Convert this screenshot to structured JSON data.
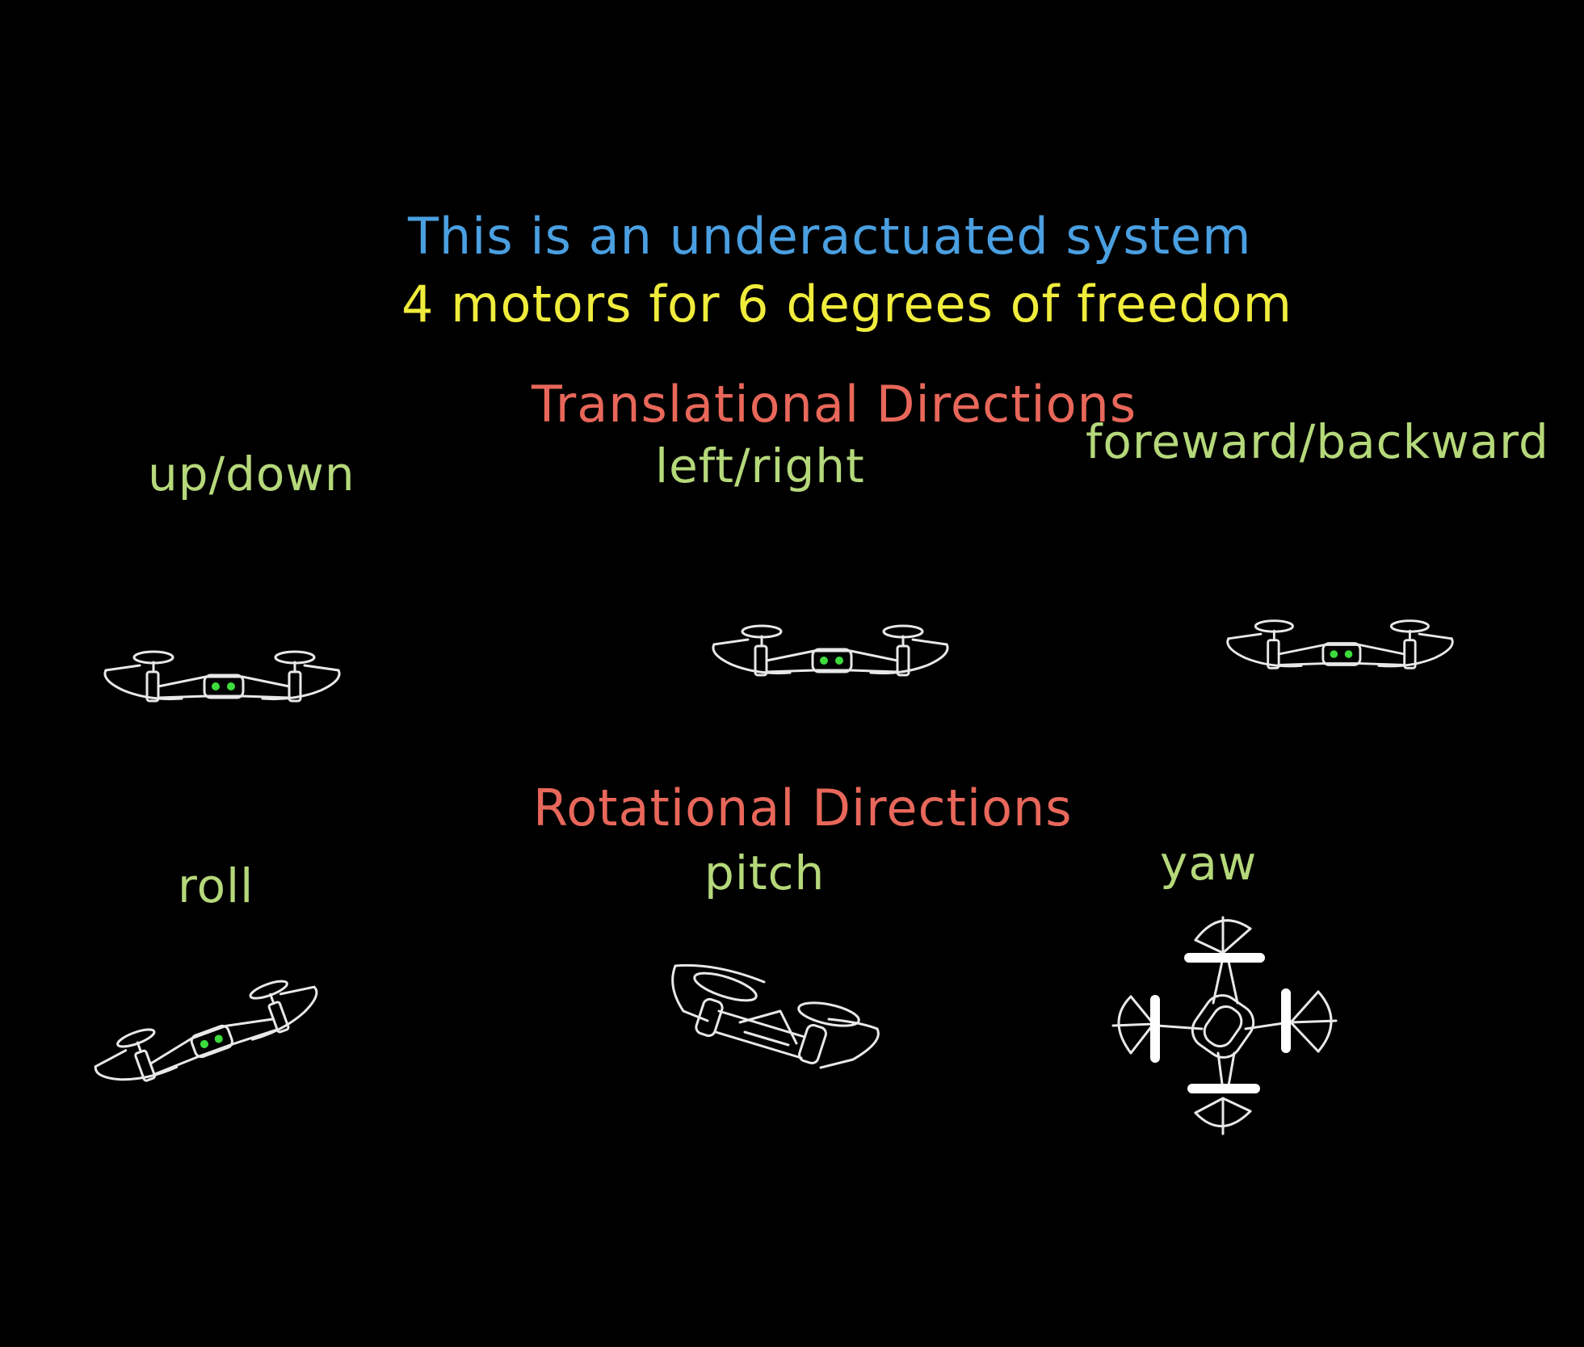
{
  "heading": {
    "line1": "This is an underactuated system",
    "line2": "4 motors for 6 degrees of freedom"
  },
  "translational": {
    "title": "Translational Directions",
    "labels": {
      "up_down": "up/down",
      "left_right": "left/right",
      "forward_backward": "foreward/backward"
    }
  },
  "rotational": {
    "title": "Rotational Directions",
    "labels": {
      "roll": "roll",
      "pitch": "pitch",
      "yaw": "yaw"
    }
  },
  "colors": {
    "background": "#000000",
    "heading_line1": "#4a9fe0",
    "heading_line2": "#f0ec3c",
    "section_title": "#e8675a",
    "label": "#b5d87a",
    "drone_outline": "#e8e8e8",
    "drone_eyes": "#3ddc3d"
  }
}
